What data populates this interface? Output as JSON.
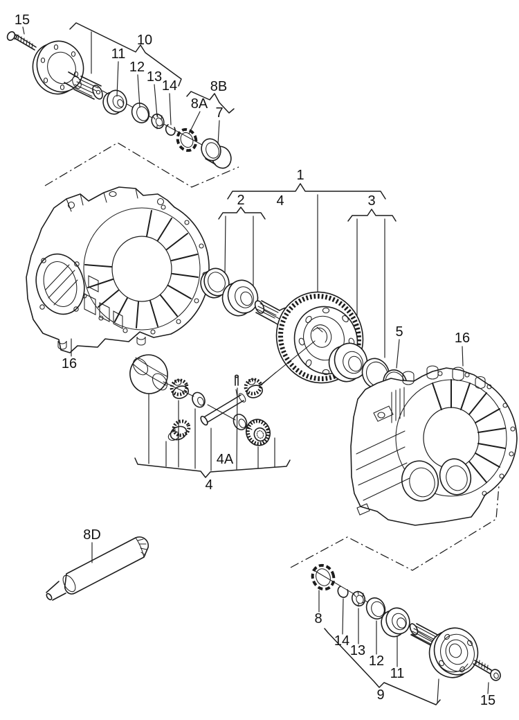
{
  "figure": {
    "type": "exploded-parts-diagram",
    "subject": "gearbox differential / final drive exploded view",
    "palette": {
      "background": "#ffffff",
      "line": "#1c1c1c",
      "text": "#111111"
    }
  },
  "callouts": {
    "bolt_top": "15",
    "shaft_group_top": "10",
    "bearing_top": "11",
    "race_top": "12",
    "nut_top": "13",
    "snapring_top": "14",
    "group_8b": "8B",
    "lockplate_top": "8A",
    "cap": "7",
    "diff_assembly": "1",
    "seal_group": "2",
    "gear_leader": "4",
    "bearing_shim_group": "3",
    "case_left": "16",
    "shim_ring": "5",
    "case_right": "16",
    "pin": "4A",
    "spider_group": "4",
    "sealant_tube": "8D",
    "lockplate_bottom": "8",
    "snapring_bottom": "14",
    "nut_bottom": "13",
    "race_bottom": "12",
    "bearing_bottom": "11",
    "flange_group": "9",
    "bolt_bottom": "15"
  }
}
